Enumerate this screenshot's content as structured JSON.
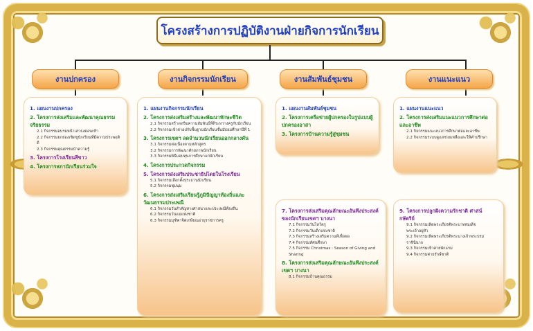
{
  "title": "โครงสร้างการปฏิบัติงานฝ่ายกิจการนักเรียน",
  "columns": [
    {
      "header": "งานปกครอง",
      "boxes": [
        {
          "items": [
            {
              "text": "1. แผนงานปกครอง",
              "color": "blue",
              "subs": []
            },
            {
              "text": "2. โครงการส่งเสริมและพัฒนาคุณธรรม จริยธรรม",
              "color": "green",
              "subs": [
                "2.1 กิจกรรมอบรมหน้าเสาธงตอนเช้า",
                "2.2 กิจกรรมยกย่องเชิดชูนักเรียนที่มีความประพฤติดี",
                "2.3 กิจกรรมคุณธรรมนำความรู้"
              ]
            },
            {
              "text": "3. โครงการโรงเรียนสีขาว",
              "color": "purple",
              "subs": []
            },
            {
              "text": "4. โครงการสภานักเรียนร่วมใจ",
              "color": "green",
              "subs": []
            }
          ]
        }
      ]
    },
    {
      "header": "งานกิจกรรมนักเรียน",
      "boxes": [
        {
          "items": [
            {
              "text": "1. แผนงานกิจกรรมนักเรียน",
              "color": "blue",
              "subs": []
            },
            {
              "text": "2. โครงการส่งเสริมสร้างและพัฒนาทักษะชีวิต",
              "color": "green",
              "subs": [
                "2.1 กิจกรรมสร้างเสริมความสัมพันธ์ที่ดีระหว่างครูกับนักเรียน",
                "2.2 กิจกรรมเข้าค่ายปรับพื้นฐานนักเรียนชั้นมัธยมศึกษาปีที่ 1"
              ]
            },
            {
              "text": "3. โครงการเขตฯ ลดจำนวนนักเรียนออกกลางคัน",
              "color": "green",
              "subs": [
                "3.1 กิจกรรมต่อเนื่องตามหลักสูตร",
                "3.2 กิจกรรมการพัฒนาศักยภาพนักเรียน",
                "3.3 กิจกรรมพิธีมอบทุนการศึกษาแก่นักเรียน"
              ]
            },
            {
              "text": "4. โครงการประกวดกิจกรรม",
              "color": "green",
              "subs": []
            },
            {
              "text": "5. โครงการส่งเสริมประชาธิปไตยในโรงเรียน",
              "color": "purple",
              "subs": [
                "5.1 กิจกรรมเลือกตั้งประธานนักเรียน",
                "5.2 กิจกรรมชุมนุม"
              ]
            },
            {
              "text": "6. โครงการส่งเสริมเรียนรู้ภูมิปัญญาท้องถิ่นและวัฒนธรรมประเพณี",
              "color": "green",
              "subs": [
                "6.1 กิจกรรมวันสำคัญทางศาสนาและประเพณีท้องถิ่น",
                "6.2 กิจกรรมวันแม่แห่งชาติ",
                "6.3 กิจกรรมมุฑิตาจิตเกษียณอายุราชการครู"
              ]
            }
          ]
        }
      ]
    },
    {
      "header": "งานสัมพันธ์ชุมชน",
      "boxes": [
        {
          "items": [
            {
              "text": "1. แผนงานสัมพันธ์ชุมชน",
              "color": "blue",
              "subs": []
            },
            {
              "text": "2. โครงการเครือข่ายผู้ปกครองในรูปแบบผู้ปกครองอาสา",
              "color": "green",
              "subs": []
            },
            {
              "text": "3. โครงการบ้านความรู้สู่ชุมชน",
              "color": "green",
              "subs": []
            }
          ]
        },
        {
          "items": [
            {
              "text": "7. โครงการส่งเสริมคุณลักษณะอันพึงประสงค์ของนักเรียนเขตฯ บางนา",
              "color": "purple",
              "subs": [
                "7.1 กิจกรรมวันไหว้ครู",
                "7.2 กิจกรรมวันเด็กแห่งชาติ",
                "7.3 กิจกรรมสร้างเสริมความดีเพื่อพ่อ",
                "7.4 กิจกรรมทัศนศึกษา",
                "7.5 กิจกรรม Christmas : Season of Giving and Sharing"
              ]
            },
            {
              "text": "8. โครงการส่งเสริมคุณลักษณะอันพึงประสงค์เขตฯ บางนา",
              "color": "green",
              "subs": [
                "8.1 กิจกรรมบ้านคุณธรรม"
              ]
            }
          ]
        }
      ]
    },
    {
      "header": "งานแนะแนว",
      "boxes": [
        {
          "items": [
            {
              "text": "1. แผนงานแนะแนว",
              "color": "blue",
              "subs": []
            },
            {
              "text": "2. โครงการส่งเสริมแนะแนวการศึกษาต่อและอาชีพ",
              "color": "green",
              "subs": [
                "2.1 กิจกรรมแนะแนวการศึกษาต่อและอาชีพ",
                "2.2 กิจกรรมระบบดูแลช่วยเหลือและให้คำปรึกษา"
              ]
            }
          ]
        },
        {
          "items": [
            {
              "text": "9. โครงการปลูกฝังความรักชาติ ศาสน์ กษัตริย์",
              "color": "purple",
              "subs": [
                "9.1 กิจกรรมเทิดพระเกียรติพระบาทสมเด็จพระเจ้าอยู่หัว",
                "9.2 กิจกรรมเทิดพระเกียรติพระนางเจ้าพระบรมราชินีนาถ",
                "9.3 กิจกรรมเข้าค่ายพักแรม",
                "9.4 กิจกรรมค่ายรักษ์ชาติ"
              ]
            }
          ]
        }
      ]
    }
  ],
  "colors": {
    "title": "#1f3fbf",
    "blue": "#1f3fbf",
    "green": "#1f8a1f",
    "purple": "#7a2a9a",
    "orange": "#d96a10",
    "frame": "#d9b24a"
  }
}
